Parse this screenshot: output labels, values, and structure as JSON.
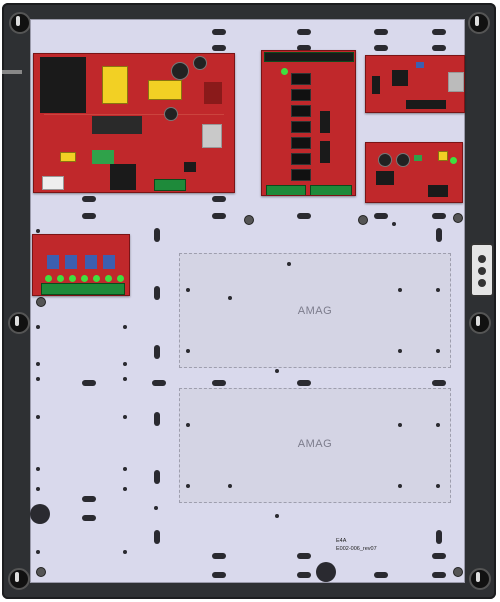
{
  "enclosure": {
    "boxes": [
      {
        "label": "AMAG"
      },
      {
        "label": "AMAG"
      }
    ],
    "part_label_line1": "E4A",
    "part_label_line2": "E002-006_rev07"
  }
}
